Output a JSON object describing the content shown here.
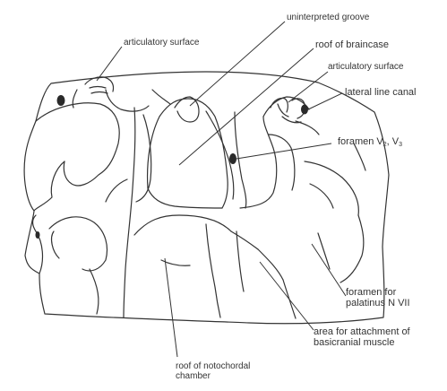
{
  "colors": {
    "ink": "#333333",
    "fill": "#ffffff",
    "foramen": "#2a2a2a"
  },
  "labels": {
    "uninterpreted_groove": "uninterpreted groove",
    "articulatory_surface_left": "articulatory surface",
    "roof_of_braincase": "roof of braincase",
    "articulatory_surface_right": "articulatory surface",
    "lateral_line_canal": "lateral line canal",
    "foramen_v": {
      "prefix": "foramen V",
      "sub1": "2",
      "sep": ", V",
      "sub2": "3"
    },
    "foramen_palatinus": [
      "foramen for",
      "palatinus N VII"
    ],
    "basicranial_muscle": [
      "area for attachment of",
      "basicranial muscle"
    ],
    "notochordal_chamber": [
      "roof of notochordal",
      "chamber"
    ]
  }
}
